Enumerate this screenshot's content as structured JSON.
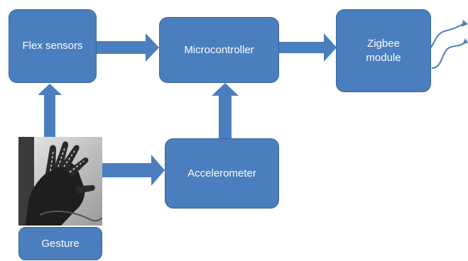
{
  "nodes": {
    "flex_sensors": "Flex sensors",
    "microcontroller": "Microcontroller",
    "zigbee": "Zigbee\nmodule",
    "accelerometer": "Accelerometer",
    "gesture": "Gesture"
  },
  "colors": {
    "box_fill": "#4a7ebf",
    "arrow_fill": "#4a7ebf",
    "text": "#ffffff",
    "wave": "#4a7ebf"
  },
  "icons": {
    "gesture_photo": "hand-with-flex-sensor-glove-photo",
    "wireless": "wireless-signal-icon"
  }
}
